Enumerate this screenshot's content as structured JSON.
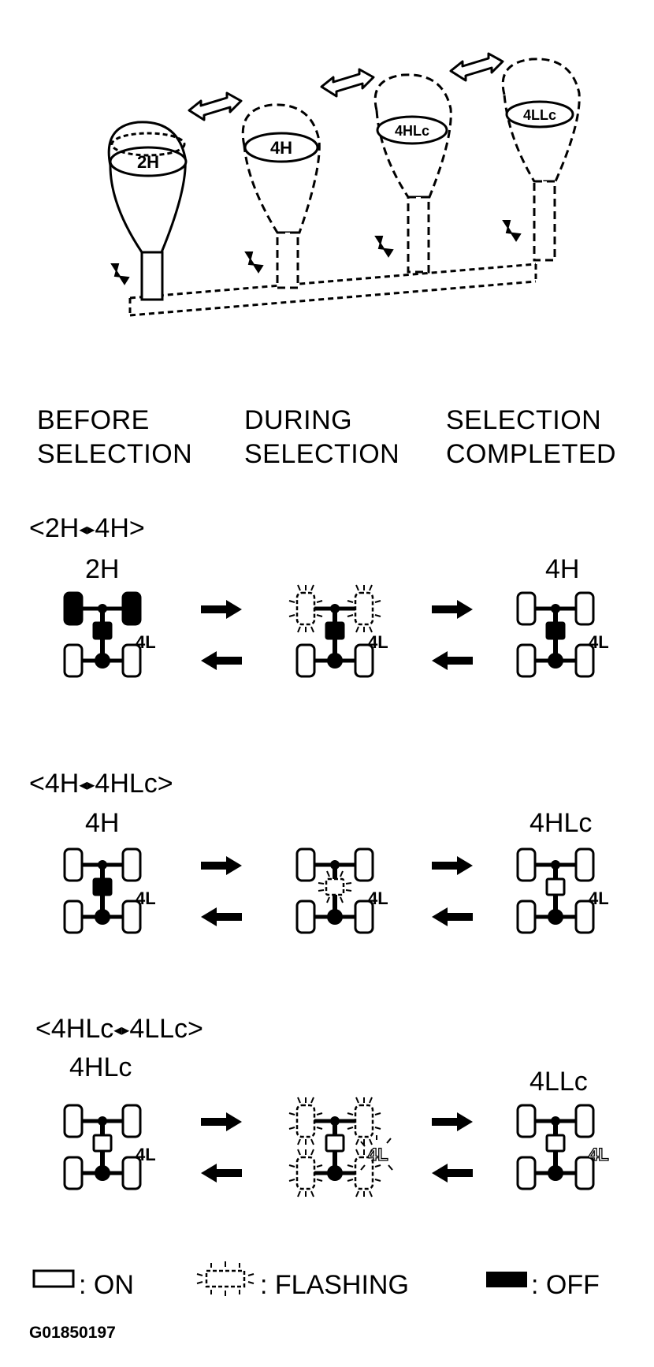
{
  "shifter": {
    "positions": [
      "2H",
      "4H",
      "4HLc",
      "4LLc"
    ]
  },
  "columns": {
    "before": [
      "BEFORE",
      "SELECTION"
    ],
    "during": [
      "DURING",
      "SELECTION"
    ],
    "completed": [
      "SELECTION",
      "COMPLETED"
    ]
  },
  "sections": [
    {
      "heading": "<2H↔↔4H>",
      "heading_parts": [
        "<2H",
        "4H>"
      ],
      "from_label": "2H",
      "to_label": "4H",
      "indicator_text": "4L",
      "states": {
        "before": {
          "front_wheels": "off",
          "rear_wheels": "on",
          "center": "off",
          "indicator": "off"
        },
        "during": {
          "front_wheels": "flashing",
          "rear_wheels": "on",
          "center": "off",
          "indicator": "off"
        },
        "completed": {
          "front_wheels": "on",
          "rear_wheels": "on",
          "center": "off",
          "indicator": "off"
        }
      }
    },
    {
      "heading_parts": [
        "<4H",
        "4HLc>"
      ],
      "from_label": "4H",
      "to_label": "4HLc",
      "indicator_text": "4L",
      "states": {
        "before": {
          "front_wheels": "on",
          "rear_wheels": "on",
          "center": "off",
          "indicator": "off"
        },
        "during": {
          "front_wheels": "on",
          "rear_wheels": "on",
          "center": "flashing",
          "indicator": "off"
        },
        "completed": {
          "front_wheels": "on",
          "rear_wheels": "on",
          "center": "on",
          "indicator": "off"
        }
      }
    },
    {
      "heading_parts": [
        "<4HLc",
        "4LLc>"
      ],
      "from_label": "4HLc",
      "to_label": "4LLc",
      "indicator_text": "4L",
      "states": {
        "before": {
          "front_wheels": "on",
          "rear_wheels": "on",
          "center": "on",
          "indicator": "off"
        },
        "during": {
          "front_wheels": "flashing",
          "rear_wheels": "flashing",
          "center": "on",
          "indicator": "flashing"
        },
        "completed": {
          "front_wheels": "on",
          "rear_wheels": "on",
          "center": "on",
          "indicator": "on"
        }
      }
    }
  ],
  "legend": {
    "on": ": ON",
    "flashing": ": FLASHING",
    "off": ": OFF"
  },
  "figure_id": "G01850197"
}
